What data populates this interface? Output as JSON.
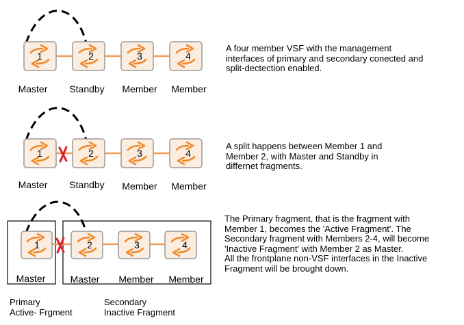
{
  "scenarios": [
    {
      "members": [
        {
          "num": "1",
          "role": "Master"
        },
        {
          "num": "2",
          "role": "Standby"
        },
        {
          "num": "3",
          "role": "Member"
        },
        {
          "num": "4",
          "role": "Member"
        }
      ],
      "description_lines": [
        "A four member VSF with the management",
        "interfaces of primary and secondary conected and",
        "split-dectection enabled."
      ]
    },
    {
      "members": [
        {
          "num": "1",
          "role": "Master"
        },
        {
          "num": "2",
          "role": "Standby"
        },
        {
          "num": "3",
          "role": "Member"
        },
        {
          "num": "4",
          "role": "Member"
        }
      ],
      "description_lines": [
        "A split happens between Member 1 and",
        "Member 2, with Master and Standby in",
        "differnet fragments."
      ]
    },
    {
      "members": [
        {
          "num": "1",
          "role": "Master"
        },
        {
          "num": "2",
          "role": "Master"
        },
        {
          "num": "3",
          "role": "Member"
        },
        {
          "num": "4",
          "role": "Member"
        }
      ],
      "description_lines": [
        "The Primary fragment, that is the fragment with",
        "Member 1, becomes the 'Active Fragment'. The",
        "Secondary fragment with Members 2-4, will become",
        "'Inactive Fragment' with Member 2 as Master.",
        "All the frontplane non-VSF interfaces in the Inactive",
        "Fragment will be brought down."
      ]
    }
  ],
  "fragments": {
    "primary": [
      "Primary",
      "Active- Frgment"
    ],
    "secondary": [
      "Secondary",
      "Inactive Fragment"
    ]
  },
  "colors": {
    "switch_fill": "#fbeee0",
    "switch_border": "#9a9a9a",
    "arrow": "#f0892a",
    "link": "#f29a55",
    "split_mark": "#e0202a",
    "management_link": "#000000"
  }
}
